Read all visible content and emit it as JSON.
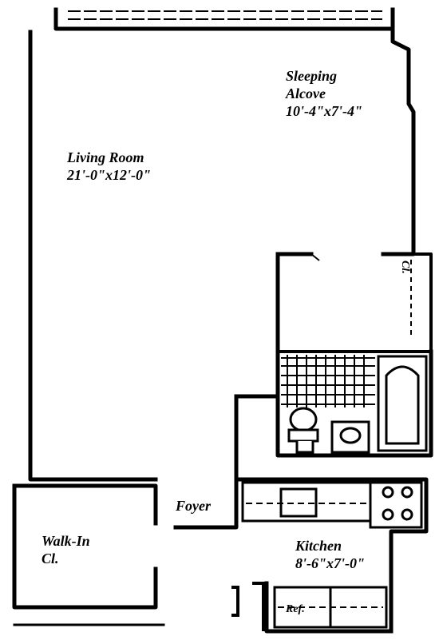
{
  "rooms": {
    "sleeping_alcove": {
      "name_line1": "Sleeping",
      "name_line2": "Alcove",
      "dims": "10'-4\"x7'-4\""
    },
    "living_room": {
      "name": "Living Room",
      "dims": "21'-0\"x12'-0\""
    },
    "foyer": {
      "name": "Foyer"
    },
    "walk_in_closet": {
      "name_line1": "Walk-In",
      "name_line2": "Cl."
    },
    "kitchen": {
      "name": "Kitchen",
      "dims": "8'-6\"x7'-0\""
    },
    "refrigerator": {
      "label": "Ref."
    },
    "closet_vertical": {
      "label": "Cl."
    }
  }
}
